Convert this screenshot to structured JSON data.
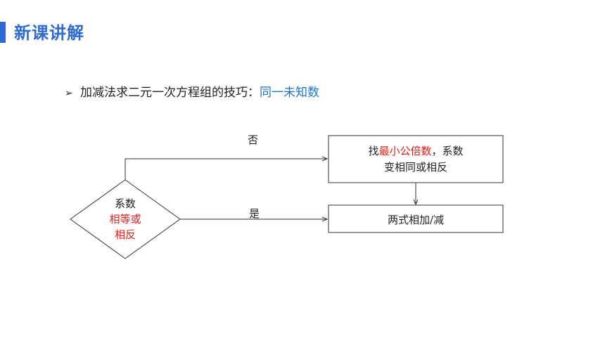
{
  "header": {
    "title": "新课讲解",
    "accent_color": "#2f6bd3"
  },
  "bullet": {
    "marker": "➢",
    "text": "加减法求二元一次方程组的技巧：",
    "highlight": "同一未知数",
    "highlight_color": "#1f75c8"
  },
  "diagram": {
    "decision": {
      "line1": "系数",
      "line2": "相等或",
      "line3": "相反",
      "highlight_color": "#e0201c"
    },
    "branch_no_label": "否",
    "branch_yes_label": "是",
    "box_top": {
      "prefix": "找",
      "highlight": "最小公倍数",
      "suffix": "，系数",
      "line2": "变相同或相反"
    },
    "box_bottom": {
      "text": "两式相加/减"
    }
  }
}
